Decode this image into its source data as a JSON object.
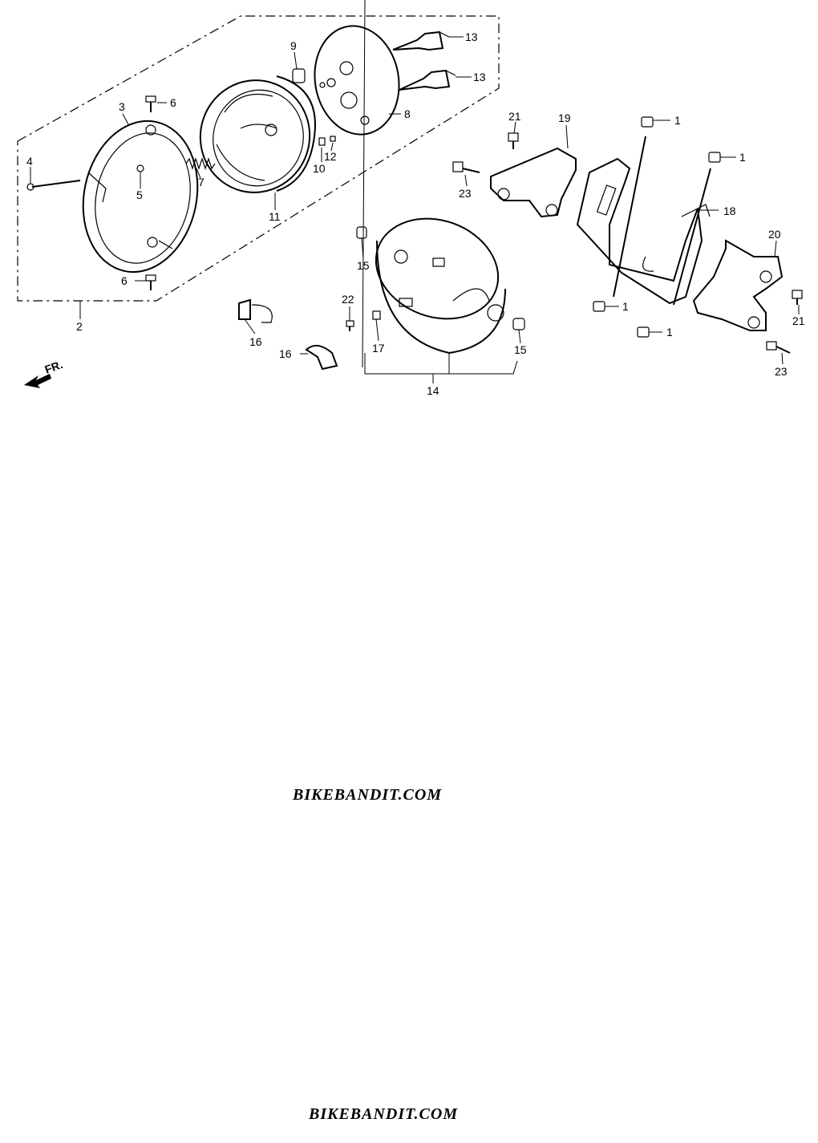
{
  "diagram": {
    "fr_label": "FR.",
    "callouts": [
      {
        "id": "c1a",
        "text": "1"
      },
      {
        "id": "c1b",
        "text": "1"
      },
      {
        "id": "c1c",
        "text": "1"
      },
      {
        "id": "c1d",
        "text": "1"
      },
      {
        "id": "c2",
        "text": "2"
      },
      {
        "id": "c3",
        "text": "3"
      },
      {
        "id": "c4",
        "text": "4"
      },
      {
        "id": "c5",
        "text": "5"
      },
      {
        "id": "c6a",
        "text": "6"
      },
      {
        "id": "c6b",
        "text": "6"
      },
      {
        "id": "c7",
        "text": "7"
      },
      {
        "id": "c8",
        "text": "8"
      },
      {
        "id": "c9",
        "text": "9"
      },
      {
        "id": "c10",
        "text": "10"
      },
      {
        "id": "c11",
        "text": "11"
      },
      {
        "id": "c12",
        "text": "12"
      },
      {
        "id": "c13a",
        "text": "13"
      },
      {
        "id": "c13b",
        "text": "13"
      },
      {
        "id": "c14",
        "text": "14"
      },
      {
        "id": "c15a",
        "text": "15"
      },
      {
        "id": "c15b",
        "text": "15"
      },
      {
        "id": "c16a",
        "text": "16"
      },
      {
        "id": "c16b",
        "text": "16"
      },
      {
        "id": "c17",
        "text": "17"
      },
      {
        "id": "c18",
        "text": "18"
      },
      {
        "id": "c19",
        "text": "19"
      },
      {
        "id": "c20",
        "text": "20"
      },
      {
        "id": "c21a",
        "text": "21"
      },
      {
        "id": "c21b",
        "text": "21"
      },
      {
        "id": "c22",
        "text": "22"
      },
      {
        "id": "c23a",
        "text": "23"
      },
      {
        "id": "c23b",
        "text": "23"
      }
    ]
  },
  "watermarks": {
    "upper": "BIKEBANDIT.COM",
    "lower": "BIKEBANDIT.COM"
  }
}
